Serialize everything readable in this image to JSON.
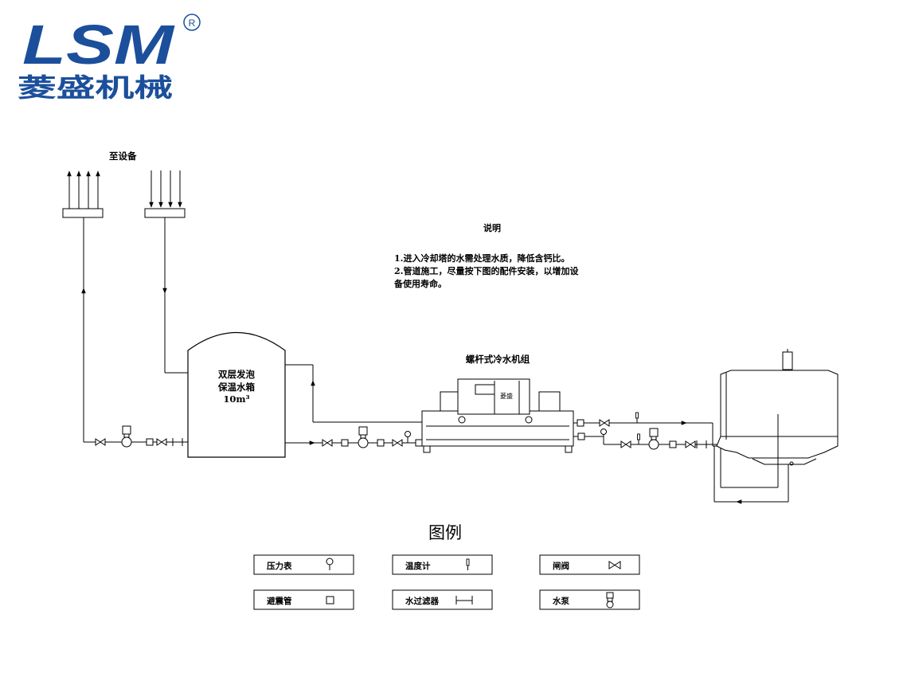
{
  "logo": {
    "latin": "LSM",
    "registered": "®",
    "chinese": "菱盛机械",
    "brand_color": "#1b4f9c"
  },
  "diagram": {
    "to_equipment": "至设备",
    "notes_title": "说明",
    "notes": [
      "1.进入冷却塔的水需处理水质，降低含钙比。",
      "2.管道施工，尽量按下图的配件安装，以增加设",
      "备使用寿命。"
    ],
    "tank_label": [
      "双层发泡",
      "保温水箱",
      "10m³"
    ],
    "chiller_label": "螺杆式冷水机组",
    "chiller_badge": "菱盛",
    "line_color": "#000000"
  },
  "legend": {
    "title": "图例",
    "items": [
      {
        "label": "压力表",
        "icon": "pressure-gauge-icon"
      },
      {
        "label": "温度计",
        "icon": "thermometer-icon"
      },
      {
        "label": "闸阀",
        "icon": "gate-valve-icon"
      },
      {
        "label": "避震管",
        "icon": "shock-absorber-icon"
      },
      {
        "label": "水过滤器",
        "icon": "water-filter-icon"
      },
      {
        "label": "水泵",
        "icon": "water-pump-icon"
      }
    ]
  }
}
